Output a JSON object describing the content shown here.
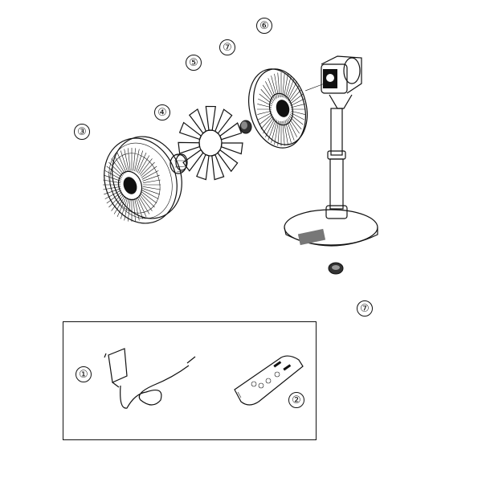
{
  "diagram": {
    "parts": [
      {
        "key": "adapter",
        "label": "①"
      },
      {
        "key": "remote",
        "label": "②"
      },
      {
        "key": "front_guard",
        "label": "③"
      },
      {
        "key": "spinner",
        "label": "④"
      },
      {
        "key": "blade",
        "label": "⑤"
      },
      {
        "key": "rear_guard",
        "label": "⑥"
      },
      {
        "key": "nut_upper",
        "label": "⑦"
      },
      {
        "key": "nut_lower",
        "label": "⑦"
      }
    ]
  }
}
